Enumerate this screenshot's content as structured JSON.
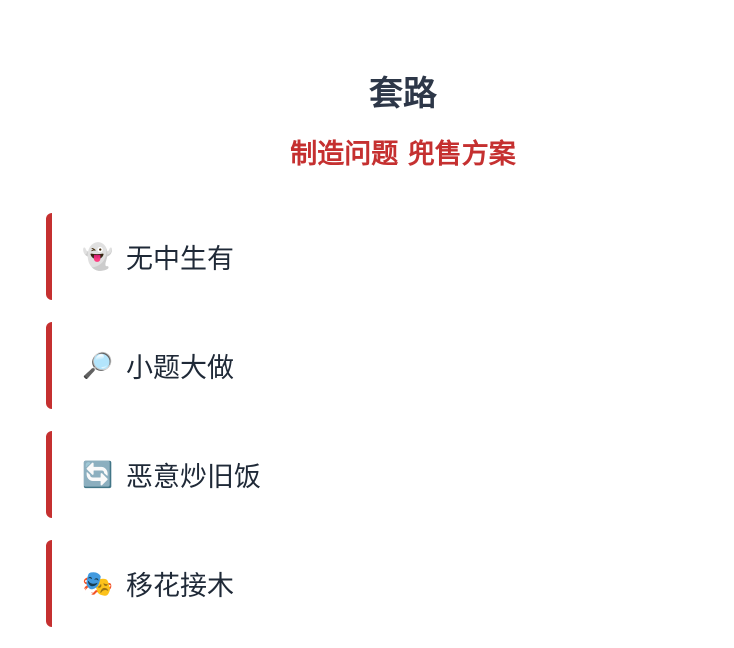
{
  "header": {
    "title": "套路",
    "subtitle": "制造问题 兜售方案"
  },
  "accent": "#c53030",
  "items": [
    {
      "icon": "ghost-icon",
      "emoji": "👻",
      "label": "无中生有"
    },
    {
      "icon": "magnifier-icon",
      "emoji": "🔎",
      "label": "小题大做"
    },
    {
      "icon": "repeat-icon",
      "emoji": "🔄",
      "label": "恶意炒旧饭"
    },
    {
      "icon": "theater-masks-icon",
      "emoji": "🎭",
      "label": "移花接木"
    }
  ]
}
